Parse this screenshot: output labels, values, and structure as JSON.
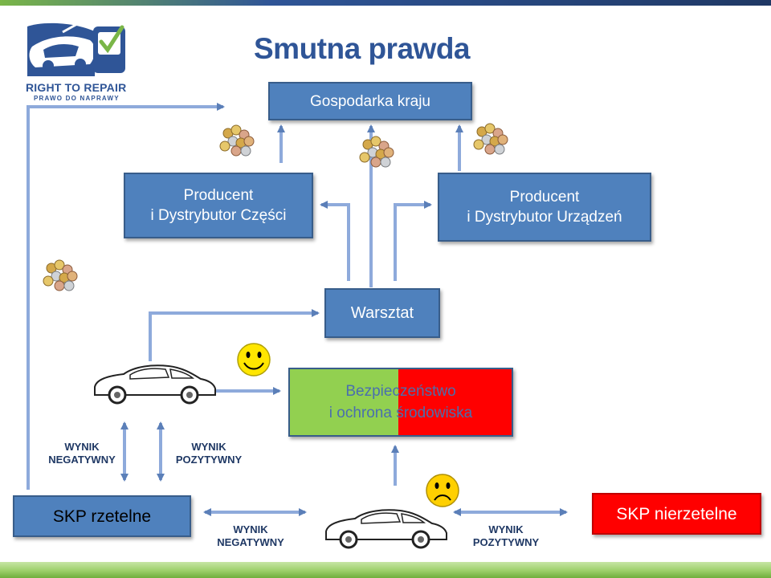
{
  "title": "Smutna prawda",
  "logo": {
    "line1": "RIGHT TO REPAIR",
    "line2": "PRAWO DO NAPRAWY"
  },
  "boxes": {
    "gospodarka": "Gospodarka kraju",
    "producent_czesci": "Producent\ni Dystrybutor Części",
    "producent_urzadzen": "Producent\ni Dystrybutor Urządzeń",
    "warsztat": "Warsztat",
    "bezpieczenstwo": "Bezpieczeństwo\ni ochrona środowiska",
    "skp_rzetelne": "SKP rzetelne",
    "skp_nierzetelne": "SKP nierzetelne"
  },
  "labels": {
    "left_negative": "WYNIK\nNEGATYWNY",
    "left_positive": "WYNIK\nPOZYTYWNY",
    "bottom_negative": "WYNIK\nNEGATYWNY",
    "bottom_positive": "WYNIK\nPOZYTYWNY"
  },
  "colors": {
    "box_blue": "#4f81bd",
    "box_red": "#ff0000",
    "box_green": "#92d050",
    "title": "#2f5597"
  },
  "icons": [
    "car-logo-icon",
    "checkmark-icon",
    "coins-icon",
    "smiley-happy-icon",
    "smiley-sad-icon",
    "car-icon"
  ]
}
